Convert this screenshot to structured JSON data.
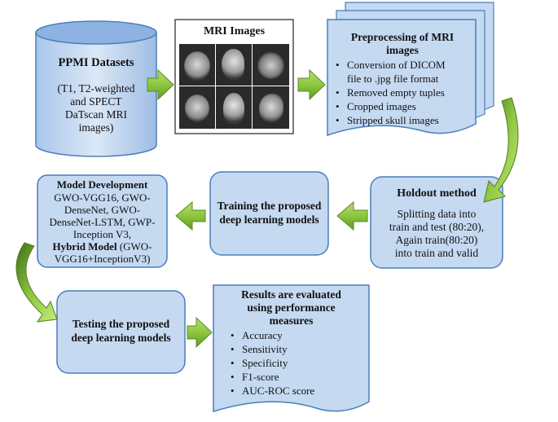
{
  "ppmi": {
    "title": "PPMI Datasets",
    "line1": "(T1, T2-weighted",
    "line2": "and SPECT",
    "line3": "DaTscan MRI",
    "line4": "images)"
  },
  "mri": {
    "title": "MRI Images"
  },
  "preprocessing": {
    "title_line1": "Preprocessing of MRI",
    "title_line2": "images",
    "items": [
      "Conversion of DICOM",
      "file to .jpg file format",
      "Removed empty tuples",
      "Cropped images",
      "Stripped skull images"
    ]
  },
  "holdout": {
    "title": "Holdout method",
    "line1": "Splitting data into",
    "line2": "train and test (80:20),",
    "line3": "Again train(80:20)",
    "line4": "into train and valid"
  },
  "training": {
    "line1": "Training the proposed",
    "line2": "deep learning models"
  },
  "model_dev": {
    "title": "Model Development",
    "line1": "GWO-VGG16, GWO-",
    "line2": "DenseNet, GWO-",
    "line3": "DenseNet-LSTM, GWP-",
    "line4": "Inception V3,",
    "hybrid_bold": "Hybrid Model",
    "hybrid_rest": " (GWO-",
    "line6": "VGG16+InceptionV3)"
  },
  "testing": {
    "line1": "Testing the proposed",
    "line2": "deep learning models"
  },
  "results": {
    "title_line1": "Results are evaluated",
    "title_line2": "using performance",
    "title_line3": "measures",
    "items": [
      "Accuracy",
      "Sensitivity",
      "Specificity",
      "F1-score",
      "AUC-ROC score"
    ]
  },
  "colors": {
    "box_fill": "#c5d9f1",
    "box_stroke": "#4a7ebb",
    "arrow_green": "#8dc63f",
    "arrow_dark": "#5a8a2a",
    "cylinder_top": "#8db3e2"
  }
}
